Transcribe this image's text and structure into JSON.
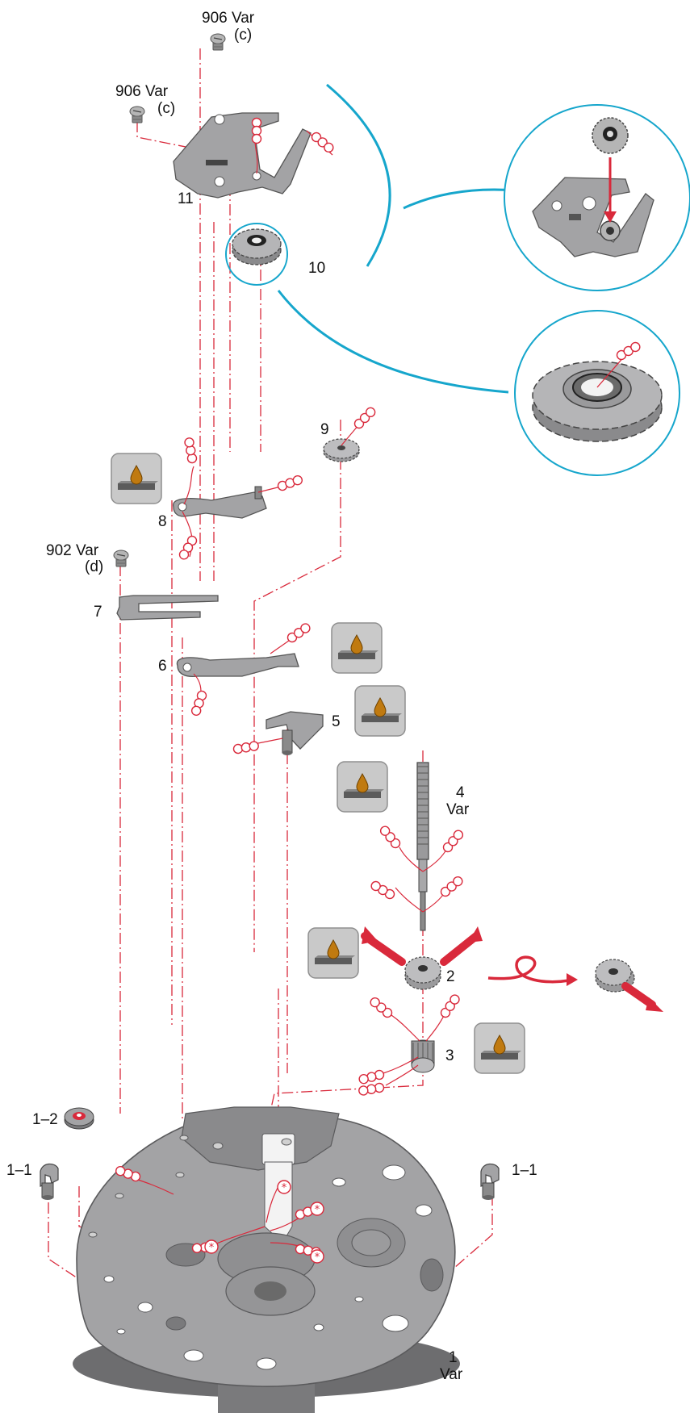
{
  "labels": {
    "screw_906_top": "906 Var",
    "screw_906_top_sub": "(c)",
    "screw_906_left": "906 Var",
    "screw_906_left_sub": "(c)",
    "part_11": "11",
    "part_10": "10",
    "part_9": "9",
    "part_8": "8",
    "screw_902": "902 Var",
    "screw_902_sub": "(d)",
    "part_7": "7",
    "part_6": "6",
    "part_5": "5",
    "part_4": "4",
    "part_4_sub": "Var",
    "part_2": "2",
    "part_3": "3",
    "part_1_2": "1–2",
    "part_1_1_left": "1–1",
    "part_1_1_right": "1–1",
    "part_1": "1",
    "part_1_sub": "Var"
  },
  "icons": {
    "oil": "oil-drop-icon",
    "oil_dots": "oil-points-icon",
    "mark": "lubrication-star-icon",
    "rotate": "rotation-arrow-icon"
  },
  "colors": {
    "assembly_line": "#d9293b",
    "detail_callout": "#16a6cc",
    "part_grey": "#a3a3a5",
    "part_dark": "#5a5a5c",
    "oil_amber": "#c07a10"
  }
}
